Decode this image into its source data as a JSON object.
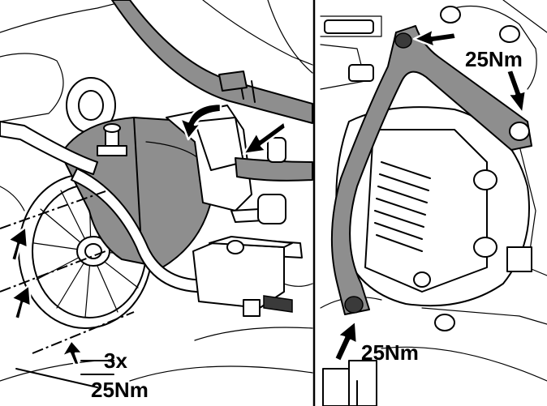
{
  "left_panel": {
    "count_label": "3x",
    "torque_label": "25Nm"
  },
  "right_panel": {
    "torque_top_label": "25Nm",
    "torque_bottom_label": "25Nm"
  }
}
